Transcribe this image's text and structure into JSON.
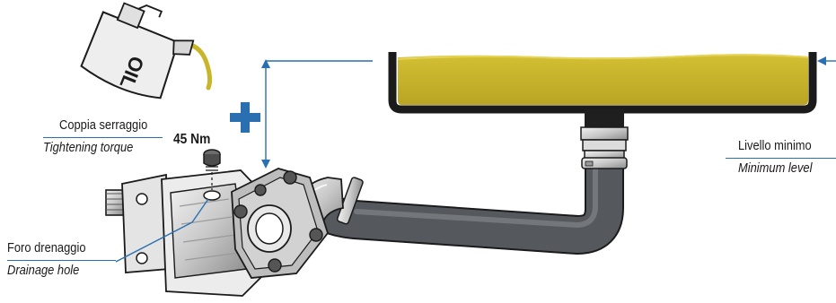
{
  "labels": {
    "tightening_it": "Coppia serraggio",
    "tightening_en": "Tightening torque",
    "torque_value": "45 Nm",
    "drainage_it": "Foro drenaggio",
    "drainage_en": "Drainage hole",
    "level_it": "Livello minimo",
    "level_en": "Minimum level",
    "oil_can_text": "OIL"
  },
  "colors": {
    "oil": "#c9b52a",
    "accent_blue": "#2a6fb0",
    "hose": "#4a4d52",
    "outline": "#1b1b1b"
  },
  "icons": [
    "oil-can-icon",
    "plus-icon",
    "up-down-arrow-icon",
    "left-arrow-icon"
  ]
}
